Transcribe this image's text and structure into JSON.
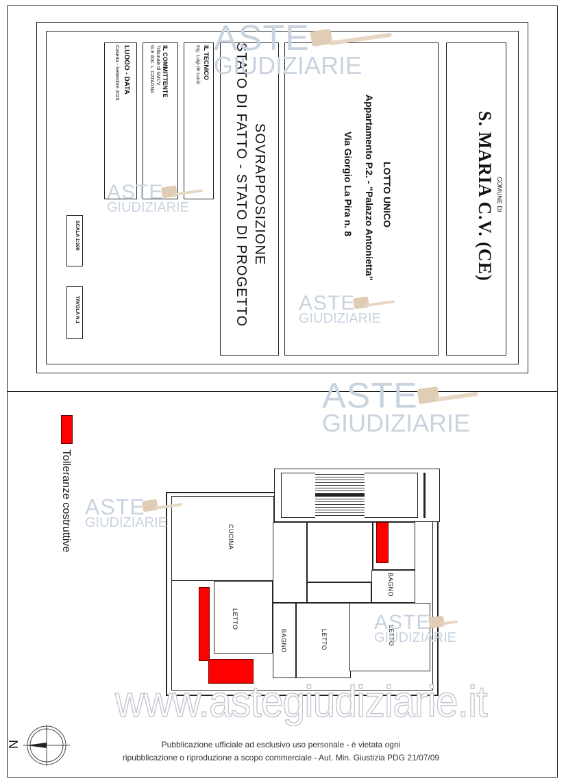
{
  "title_block": {
    "comune_label": "COMUNE DI",
    "comune": "S. MARIA C.V. (CE)",
    "lotto": "LOTTO UNICO",
    "appartamento": "Appartamento P.2. - \"Palazzo Antonietta\"",
    "indirizzo": "Via Giorgio La Pira n. 8",
    "tavola_titolo_1": "SOVRAPPOSIZIONE",
    "tavola_titolo_2": "STATO DI FATTO - STATO DI PROGETTO",
    "tecnico_label": "IL TECNICO",
    "tecnico_nome": "Ing. Luigi de Lucia",
    "committente_label": "IL COMMITTENTE",
    "committente_1": "Tribunale di SMCV",
    "committente_2": "G.E dott. L. CATAGNA",
    "luogo_label": "LUOGO - DATA",
    "luogo_valore": "Caserta - Settembre 2025",
    "scala": "SCALA 1:100",
    "tavola": "TAVOLA N.1"
  },
  "legend": {
    "label": "Tolleranze costruttive",
    "color": "#ff0000"
  },
  "plan": {
    "rooms": {
      "cucina": "CUCINA",
      "letto_1": "LETTO",
      "bagno_1": "BAGNO",
      "letto_2": "LETTO",
      "letto_3": "LETTO",
      "bagno_2": "BAGNO"
    }
  },
  "compass": {
    "north_label": "N"
  },
  "watermark": {
    "brand_1": "ASTE",
    "brand_2": "GIUDIZIARIE",
    "url": "www.astegiudiziarie.it"
  },
  "footer": {
    "line_1": "Pubblicazione ufficiale ad esclusivo uso personale - è vietata ogni",
    "line_2": "ripubblicazione o riproduzione a scopo commerciale - Aut. Min. Giustizia PDG 21/07/09"
  }
}
